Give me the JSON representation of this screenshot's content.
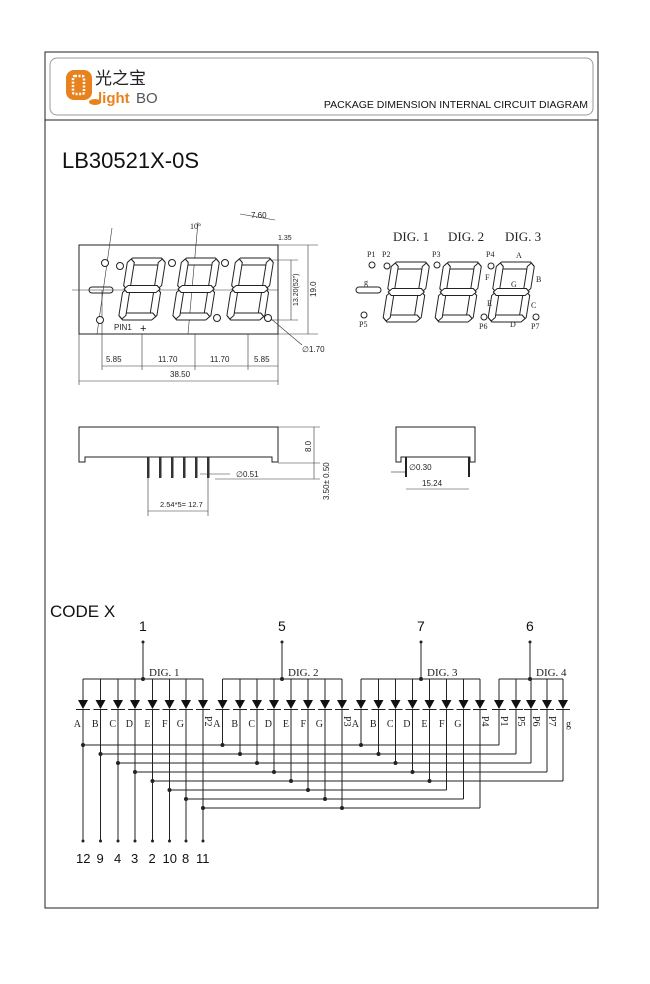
{
  "header": {
    "company_cn": "光之宝",
    "logo_text_light": "light",
    "logo_text_bo": "BO",
    "document_title": "PACKAGE DIMENSION INTERNAL CIRCUIT DIAGRAM",
    "brand_color": "#e8821e"
  },
  "part_number": "LB30521X-0S",
  "front_view": {
    "pin1_label": "PIN1",
    "plus": "+",
    "angle": "10°",
    "dim_top_width": "7.60",
    "dim_seg": "1.35",
    "dim_digit_height": "13.20(52\")",
    "dim_height": "19.0",
    "dim_hole": "∅1.70",
    "dim_bottom": [
      "5.85",
      "11.70",
      "11.70",
      "5.85"
    ],
    "dim_total": "38.50"
  },
  "segment_view": {
    "digits": [
      "DIG. 1",
      "DIG. 2",
      "DIG. 3"
    ],
    "points": [
      "P1",
      "P2",
      "P3",
      "P4",
      "P5",
      "P6",
      "P7"
    ],
    "g_label": "g",
    "segments": [
      "A",
      "B",
      "C",
      "D",
      "E",
      "F",
      "G"
    ]
  },
  "side_view": {
    "dim_height": "8.0",
    "dim_pin_length": "3.50± 0.50",
    "dim_pin_dia": "∅0.51",
    "dim_pitch": "2.54*5= 12.7"
  },
  "end_view": {
    "dim_pin_dia": "∅0.30",
    "dim_row_spacing": "15.24"
  },
  "circuit": {
    "title": "CODE X",
    "digits": [
      {
        "name": "DIG. 1",
        "common_pin": "1",
        "segments": [
          "A",
          "B",
          "C",
          "D",
          "E",
          "F",
          "G",
          "P2"
        ]
      },
      {
        "name": "DIG. 2",
        "common_pin": "5",
        "segments": [
          "A",
          "B",
          "C",
          "D",
          "E",
          "F",
          "G",
          "P3"
        ]
      },
      {
        "name": "DIG. 3",
        "common_pin": "7",
        "segments": [
          "A",
          "B",
          "C",
          "D",
          "E",
          "F",
          "G",
          "P4"
        ]
      },
      {
        "name": "DIG. 4",
        "common_pin": "6",
        "segments": [
          "P1",
          "P5",
          "P6",
          "P7",
          "g"
        ]
      }
    ],
    "segment_pins": [
      "12",
      "9",
      "4",
      "3",
      "2",
      "10",
      "8",
      "11"
    ]
  }
}
